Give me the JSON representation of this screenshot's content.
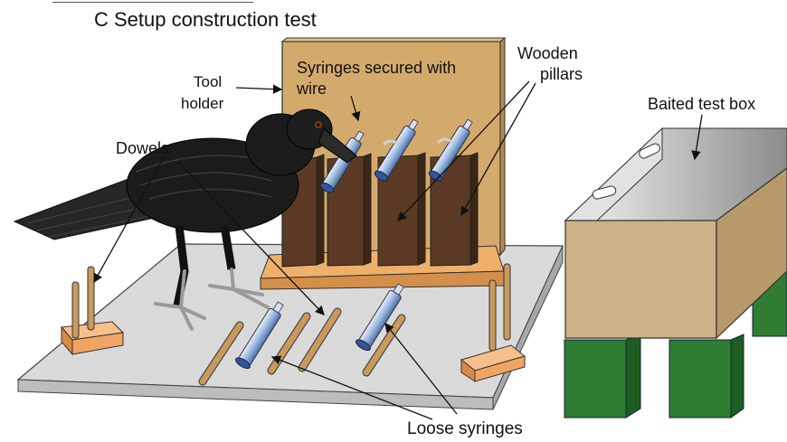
{
  "figure": {
    "title": "C Setup construction test",
    "labels": {
      "syringes_secured": "Syringes secured with",
      "syringes_secured_2": "wire",
      "wooden_pillars": "Wooden",
      "wooden_pillars_2": "pillars",
      "tool_holder": "Tool",
      "tool_holder_2": "holder",
      "baited_test_box": "Baited test box",
      "dowels": "Dowels",
      "loose_syringes": "Loose syringes"
    }
  },
  "colors": {
    "board": "#dadada",
    "backboard": "#d4aa6c",
    "pillar": "#5a3a24",
    "dowel": "#c89a5c",
    "block": "#f1a565",
    "box": "#cdb287",
    "legs": "#2e7d32",
    "syringe": "#9bb8e0",
    "crow": "#1b1b1b"
  }
}
